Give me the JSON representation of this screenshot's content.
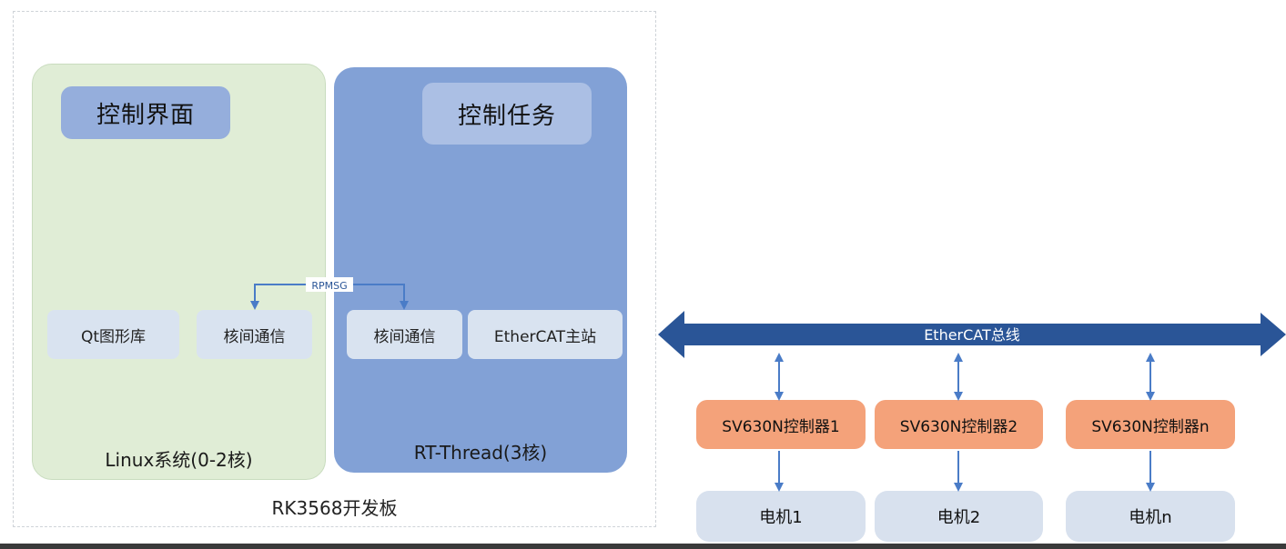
{
  "board": {
    "label": "RK3568开发板"
  },
  "linux": {
    "title": "控制界面",
    "label": "Linux系统(0-2核)",
    "qt": "Qt图形库",
    "ipc": "核间通信"
  },
  "rtthread": {
    "title": "控制任务",
    "label": "RT-Thread(3核)",
    "ipc": "核间通信",
    "ethercat_master": "EtherCAT主站"
  },
  "rpmsg": "RPMSG",
  "bus": {
    "label": "EtherCAT总线"
  },
  "controllers": [
    "SV630N控制器1",
    "SV630N控制器2",
    "SV630N控制器n"
  ],
  "motors": [
    "电机1",
    "电机2",
    "电机n"
  ],
  "colors": {
    "linux_panel": "#e0edd6",
    "rtt_panel": "#82a1d6",
    "bus": "#2a5597",
    "controller": "#f4a27a",
    "motor": "#d8e1ee",
    "arrow": "#4a7cc7"
  }
}
